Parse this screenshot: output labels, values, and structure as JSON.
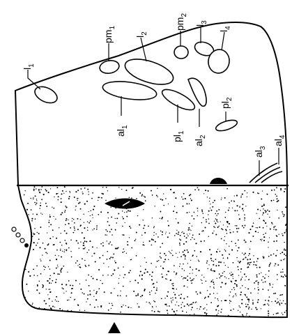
{
  "labels": {
    "l1": {
      "base": "l",
      "sub": "1"
    },
    "l2": {
      "base": "l",
      "sub": "2"
    },
    "l3": {
      "base": "l",
      "sub": "3"
    },
    "l4": {
      "base": "l",
      "sub": "4"
    },
    "pm1": {
      "base": "pm",
      "sub": "1"
    },
    "pm2": {
      "base": "pm",
      "sub": "2"
    },
    "al1": {
      "base": "al",
      "sub": "1"
    },
    "al2": {
      "base": "al",
      "sub": "2"
    },
    "al3": {
      "base": "al",
      "sub": "3"
    },
    "al4": {
      "base": "al",
      "sub": "4"
    },
    "pl1": {
      "base": "pl",
      "sub": "1"
    },
    "pl2": {
      "base": "pl",
      "sub": "2"
    }
  },
  "colors": {
    "stroke": "#000000",
    "fill": "#ffffff",
    "stipple": "#000000"
  },
  "markers": {
    "orientation": "triangle-up",
    "eyes": "black-lens"
  }
}
